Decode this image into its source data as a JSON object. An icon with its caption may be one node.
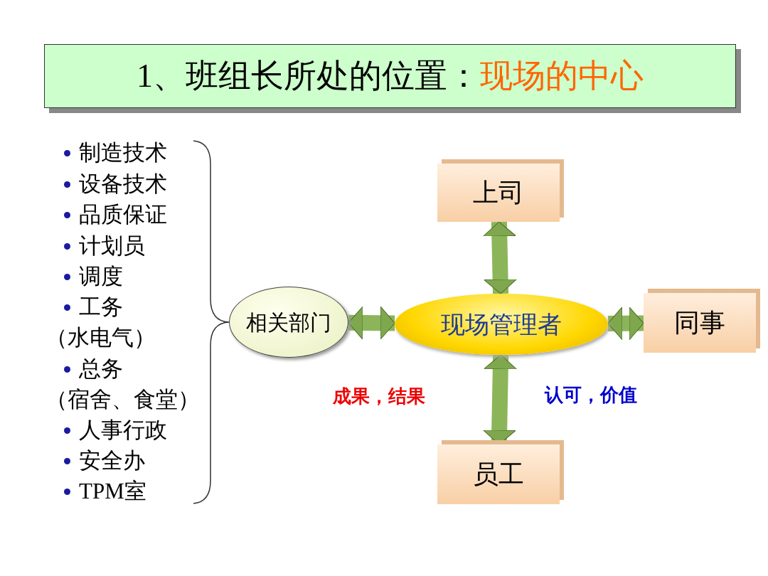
{
  "diagram": {
    "nodes": [
      {
        "text": [
          "1、班组长所处的位置：",
          "现场的中心"
        ]
      },
      {
        "text": [
          "相关部门"
        ]
      },
      {
        "text": [
          "现场管理者"
        ]
      },
      {
        "text": [
          "上司"
        ]
      },
      {
        "text": [
          "同事"
        ]
      },
      {
        "text": [
          "员工"
        ]
      }
    ],
    "edges": [
      {
        "from": 1,
        "to": 2,
        "arrow": "both"
      },
      {
        "from": 2,
        "to": 3,
        "arrow": "both"
      },
      {
        "from": 2,
        "to": 4,
        "arrow": "both"
      },
      {
        "from": 2,
        "to": 5,
        "arrow": "both"
      }
    ],
    "labels": [
      "制造技术",
      "设备技术",
      "品质保证",
      "计划员",
      "调度",
      "工务",
      "（水电气）",
      "总务",
      "（宿舍、食堂）",
      "人事行政",
      "安全办",
      "TPM室",
      "成果，结果",
      "认可，价值"
    ]
  }
}
